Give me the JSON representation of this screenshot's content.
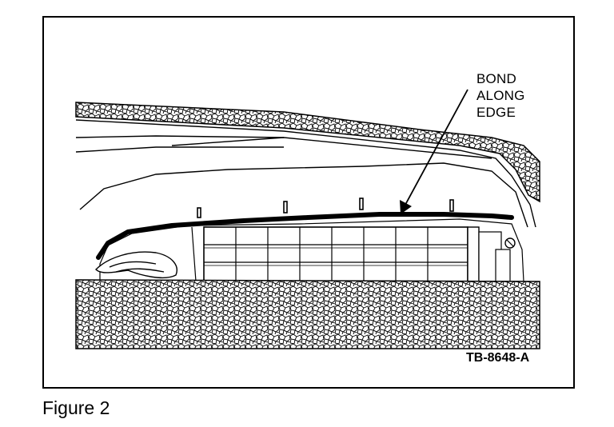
{
  "callout": {
    "line1": "BOND",
    "line2": "ALONG",
    "line3": "EDGE"
  },
  "reference_code": "TB-8648-A",
  "caption": "Figure 2",
  "colors": {
    "ink": "#000000",
    "paper": "#ffffff"
  }
}
